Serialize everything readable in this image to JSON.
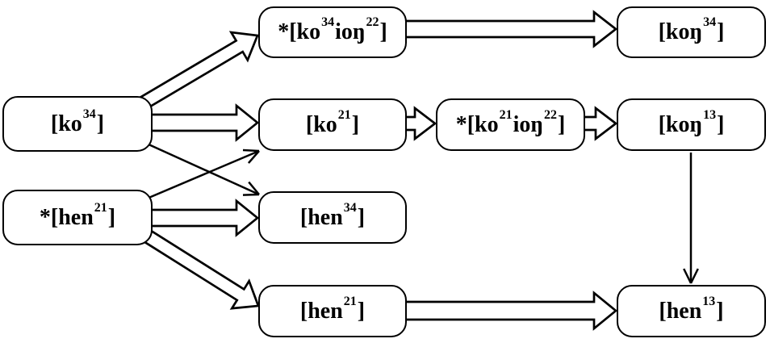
{
  "diagram": {
    "type": "tone-derivation-flow",
    "background": "#ffffff",
    "ink": "#000000",
    "nodes": [
      {
        "id": "ko34",
        "label": "[ko³⁴]",
        "segments": [
          {
            "t": "[ko"
          },
          {
            "t": "34",
            "sup": true
          },
          {
            "t": "]"
          }
        ]
      },
      {
        "id": "hen21star",
        "label": "*[hen²¹]",
        "segments": [
          {
            "t": "*[hen"
          },
          {
            "t": "21",
            "sup": true
          },
          {
            "t": "]"
          }
        ]
      },
      {
        "id": "ko34ion22",
        "label": "*[ko³⁴ioŋ²²]",
        "segments": [
          {
            "t": "*[ko"
          },
          {
            "t": "34",
            "sup": true
          },
          {
            "t": "ioŋ"
          },
          {
            "t": "22",
            "sup": true
          },
          {
            "t": "]"
          }
        ]
      },
      {
        "id": "ko21",
        "label": "[ko²¹]",
        "segments": [
          {
            "t": "[ko"
          },
          {
            "t": "21",
            "sup": true
          },
          {
            "t": "]"
          }
        ]
      },
      {
        "id": "hen34",
        "label": "[hen³⁴]",
        "segments": [
          {
            "t": "[hen"
          },
          {
            "t": "34",
            "sup": true
          },
          {
            "t": "]"
          }
        ]
      },
      {
        "id": "hen21",
        "label": "[hen²¹]",
        "segments": [
          {
            "t": "[hen"
          },
          {
            "t": "21",
            "sup": true
          },
          {
            "t": "]"
          }
        ]
      },
      {
        "id": "ko21ion22",
        "label": "*[ko²¹ioŋ²²]",
        "segments": [
          {
            "t": "*[ko"
          },
          {
            "t": "21",
            "sup": true
          },
          {
            "t": "ioŋ"
          },
          {
            "t": "22",
            "sup": true
          },
          {
            "t": "]"
          }
        ]
      },
      {
        "id": "kon34",
        "label": "[koŋ³⁴]",
        "segments": [
          {
            "t": "[koŋ"
          },
          {
            "t": "34",
            "sup": true
          },
          {
            "t": "]"
          }
        ]
      },
      {
        "id": "kon13",
        "label": "[koŋ¹³]",
        "segments": [
          {
            "t": "[koŋ"
          },
          {
            "t": "13",
            "sup": true
          },
          {
            "t": "]"
          }
        ]
      },
      {
        "id": "hen13",
        "label": "[hen¹³]",
        "segments": [
          {
            "t": "[hen"
          },
          {
            "t": "13",
            "sup": true
          },
          {
            "t": "]"
          }
        ]
      }
    ],
    "edges": [
      {
        "from": "ko34",
        "to": "ko34ion22",
        "style": "block"
      },
      {
        "from": "ko34",
        "to": "ko21",
        "style": "block"
      },
      {
        "from": "ko34",
        "to": "hen34",
        "style": "line"
      },
      {
        "from": "hen21star",
        "to": "ko21",
        "style": "line"
      },
      {
        "from": "hen21star",
        "to": "hen34",
        "style": "block"
      },
      {
        "from": "hen21star",
        "to": "hen21",
        "style": "block"
      },
      {
        "from": "ko34ion22",
        "to": "kon34",
        "style": "block"
      },
      {
        "from": "ko21",
        "to": "ko21ion22",
        "style": "block"
      },
      {
        "from": "ko21ion22",
        "to": "kon13",
        "style": "block"
      },
      {
        "from": "hen21",
        "to": "hen13",
        "style": "block"
      },
      {
        "from": "kon13",
        "to": "hen13",
        "style": "line"
      }
    ]
  }
}
